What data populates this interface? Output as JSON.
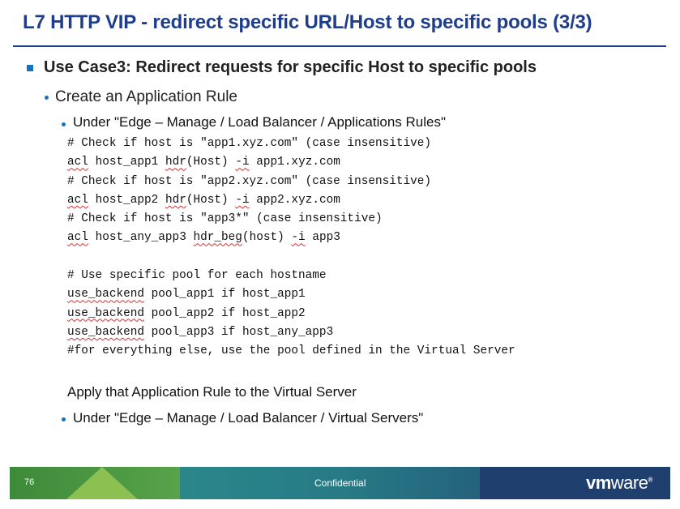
{
  "slide": {
    "title": "L7 HTTP VIP - redirect specific URL/Host to specific pools (3/3)",
    "level1": "Use Case3: Redirect requests for specific Host to specific pools",
    "level2": "Create an Application Rule",
    "level3_first": "Under \"Edge – Manage /  Load Balancer / Applications Rules\"",
    "code_lines": [
      "# Check if host is \"app1.xyz.com\" (case insensitive)",
      "acl host_app1 hdr(Host) -i app1.xyz.com",
      "# Check if host is \"app2.xyz.com\" (case insensitive)",
      "acl host_app2 hdr(Host) -i app2.xyz.com",
      "# Check if host is \"app3*\" (case insensitive)",
      "acl host_any_app3 hdr_beg(host) -i app3",
      "",
      "# Use specific pool for each hostname",
      "use_backend pool_app1 if host_app1",
      "use_backend pool_app2 if host_app2",
      "use_backend pool_app3 if host_any_app3",
      "#for everything else, use the pool defined in the Virtual Server"
    ],
    "plain_text": "Apply that Application Rule to the Virtual Server",
    "level3_second": "Under \"Edge – Manage /  Load Balancer / Virtual Servers\""
  },
  "footer": {
    "page_number": "76",
    "confidential": "Confidential",
    "logo_vm": "vm",
    "logo_ware": "ware",
    "logo_mark": "®"
  },
  "colors": {
    "title": "#1f3d8a",
    "bullet": "#1a73b8",
    "footer_navy": "#1f3f6e",
    "footer_green": "#58a24a",
    "footer_light_green": "#8cc152",
    "footer_teal": "#2b8a8a",
    "squiggle": "#d03030"
  },
  "icons": {
    "level1_bullet": "square-bullet-icon",
    "level2_bullet": "dot-bullet-icon",
    "level3_bullet": "dot-bullet-icon"
  }
}
